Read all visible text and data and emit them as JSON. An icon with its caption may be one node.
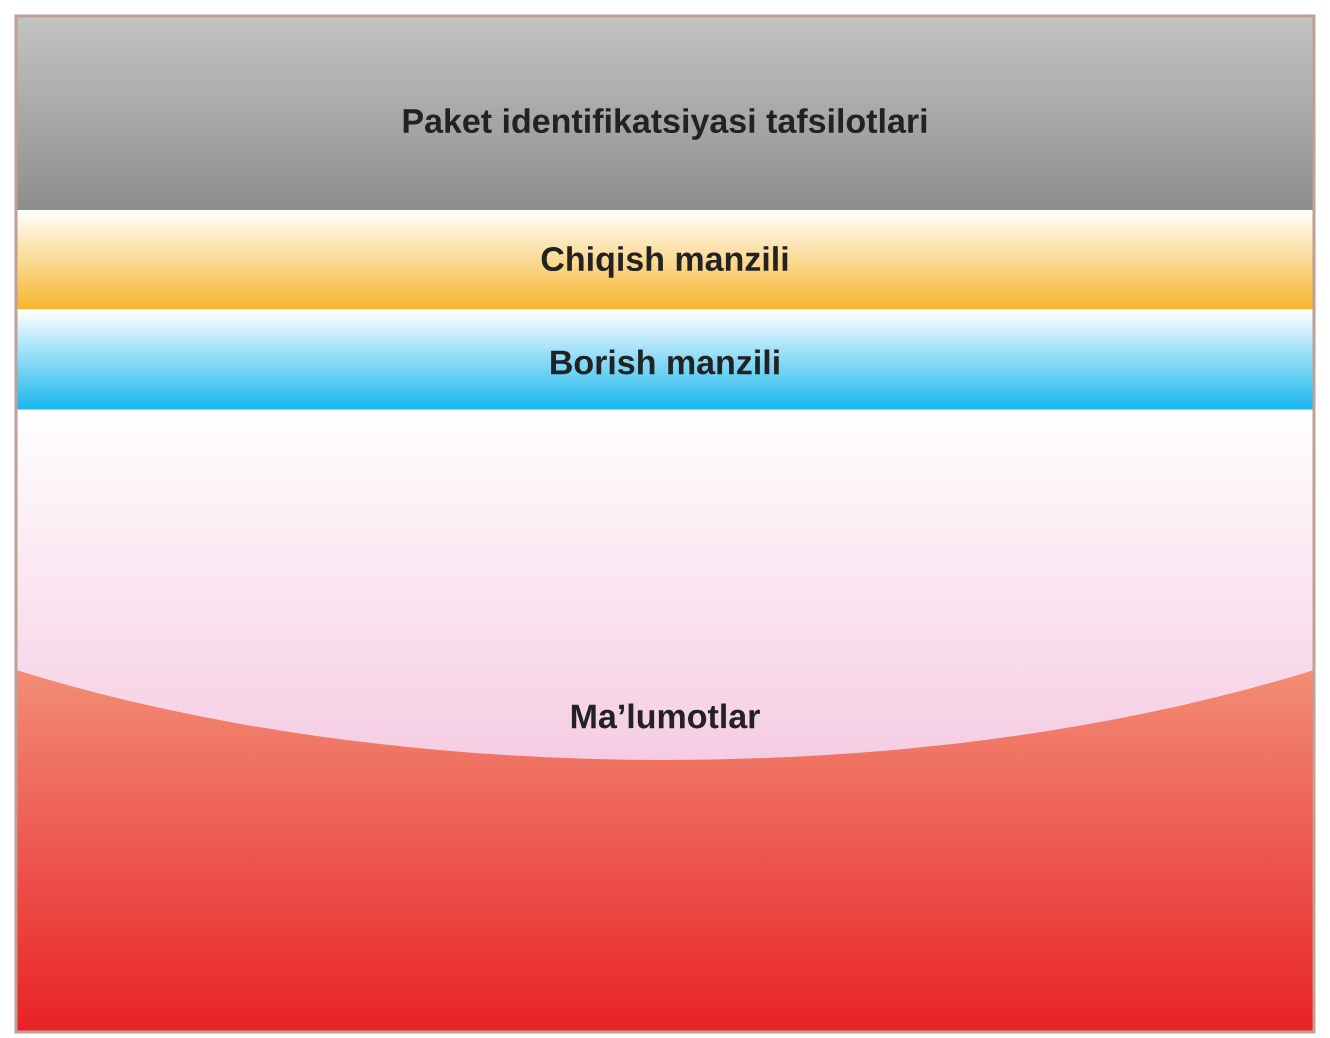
{
  "diagram": {
    "nodes": [
      {
        "text": [
          "Paket identifikatsiyasi tafsilotlari"
        ]
      },
      {
        "text": [
          "Chiqish manzili"
        ]
      },
      {
        "text": [
          "Borish manzili"
        ]
      },
      {
        "text": [
          "Ma’lumotlar"
        ]
      }
    ]
  }
}
